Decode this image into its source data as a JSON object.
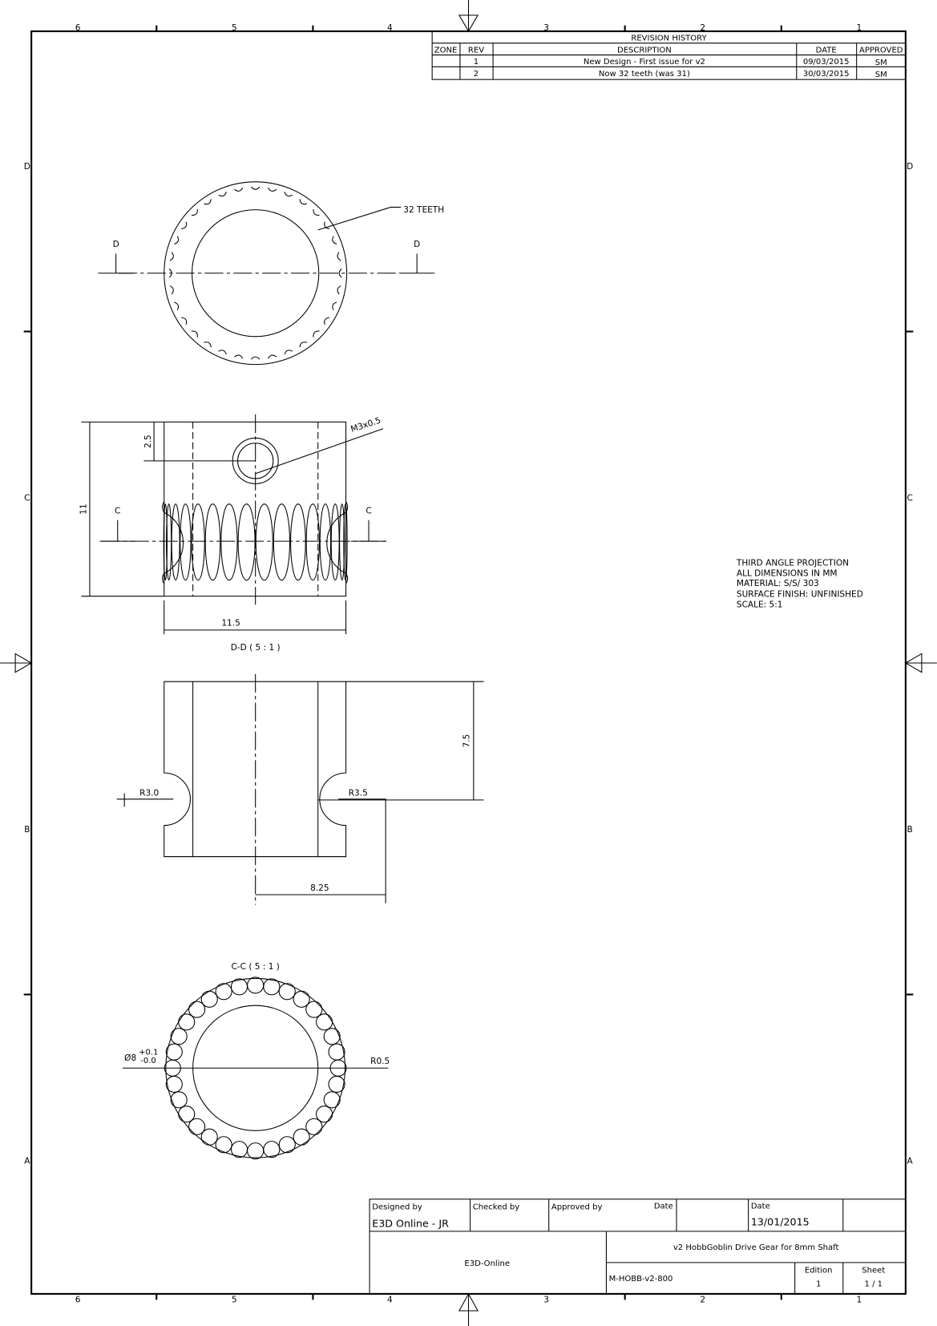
{
  "frame": {
    "zones_x": [
      "6",
      "5",
      "4",
      "3",
      "2",
      "1"
    ],
    "zones_y": [
      "D",
      "C",
      "B",
      "A"
    ]
  },
  "revision_history": {
    "title": "REVISION HISTORY",
    "headers": [
      "ZONE",
      "REV",
      "DESCRIPTION",
      "DATE",
      "APPROVED"
    ],
    "rows": [
      {
        "zone": "",
        "rev": "1",
        "description": "New Design - First issue for v2",
        "date": "09/03/2015",
        "approved": "SM"
      },
      {
        "zone": "",
        "rev": "2",
        "description": "Now 32 teeth (was 31)",
        "date": "30/03/2015",
        "approved": "SM"
      }
    ]
  },
  "views": {
    "top": {
      "teeth_label": "32 TEETH",
      "section_mark": "D",
      "teeth": 32
    },
    "front": {
      "dim_height": "11",
      "dim_hole_offset": "2.5",
      "thread": "M3x0.5",
      "dim_width": "11.5",
      "section_mark": "C"
    },
    "section_dd": {
      "title": "D-D ( 5 : 1 )",
      "dim_r_left": "R3.0",
      "dim_r_right": "R3.5",
      "dim_groove": "7.5",
      "dim_offset": "8.25"
    },
    "section_cc": {
      "title": "C-C ( 5 : 1 )",
      "dim_bore": "Ø8",
      "tol_plus": "+0.1",
      "tol_minus": "-0.0",
      "dim_r": "R0.5"
    }
  },
  "notes": [
    "THIRD ANGLE PROJECTION",
    "ALL DIMENSIONS IN MM",
    "MATERIAL: S/S/ 303",
    "SURFACE FINISH: UNFINISHED",
    "SCALE: 5:1"
  ],
  "title_block": {
    "designed_by_label": "Designed by",
    "designed_by": "E3D Online - JR",
    "checked_by_label": "Checked by",
    "approved_by_label": "Approved by",
    "date_label_1": "Date",
    "date_label_2": "Date",
    "date": "13/01/2015",
    "company": "E3D-Online",
    "title": "v2 HobbGoblin Drive Gear for 8mm Shaft",
    "part_number": "M-HOBB-v2-800",
    "edition_label": "Edition",
    "edition": "1",
    "sheet_label": "Sheet",
    "sheet": "1 / 1"
  }
}
